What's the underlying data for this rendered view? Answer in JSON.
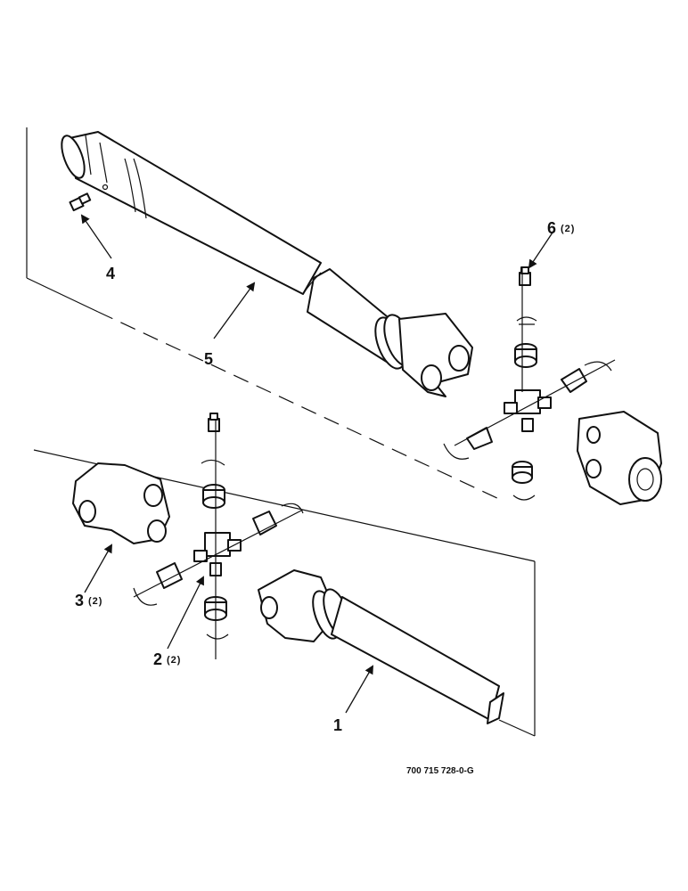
{
  "callouts": {
    "c1": {
      "num": "1",
      "qty": ""
    },
    "c2": {
      "num": "2",
      "qty": "(2)"
    },
    "c3": {
      "num": "3",
      "qty": "(2)"
    },
    "c4": {
      "num": "4",
      "qty": ""
    },
    "c5": {
      "num": "5",
      "qty": ""
    },
    "c6": {
      "num": "6",
      "qty": "(2)"
    }
  },
  "reference_number": "700 715 728-0-G"
}
